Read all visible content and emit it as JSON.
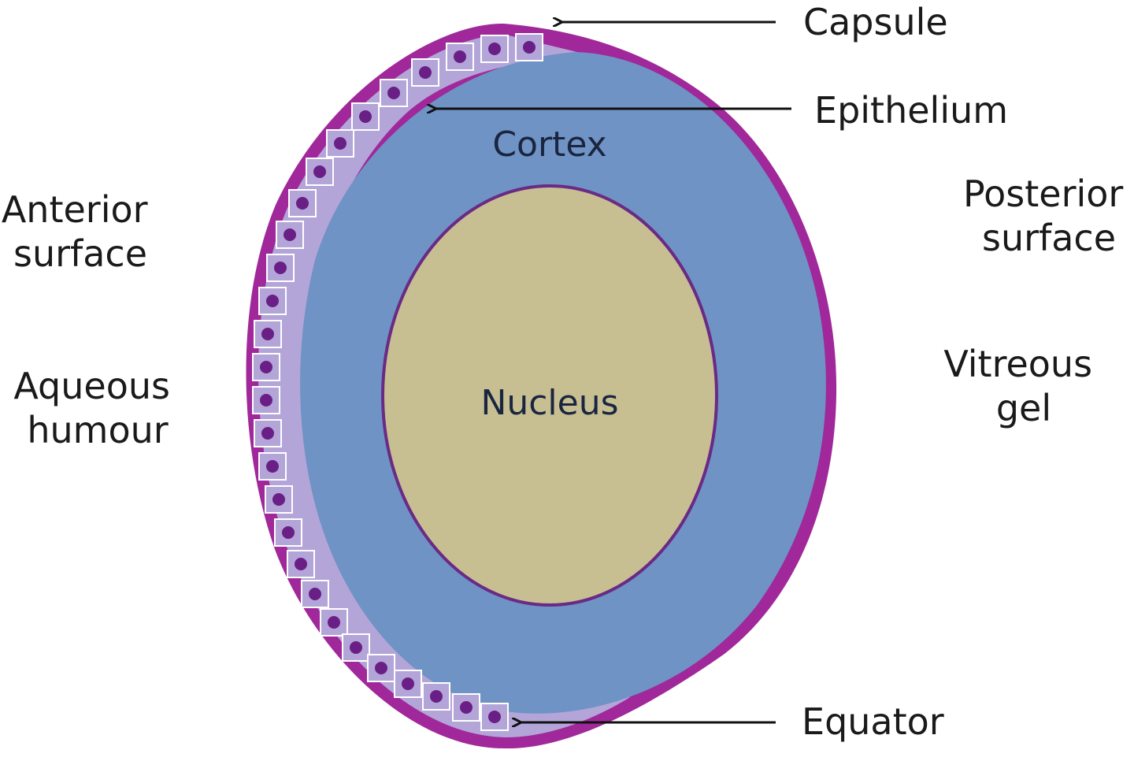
{
  "diagram": {
    "labels": {
      "capsule": "Capsule",
      "epithelium": "Epithelium",
      "cortex": "Cortex",
      "nucleus": "Nucleus",
      "equator": "Equator",
      "anterior_surface": [
        "Anterior",
        "surface"
      ],
      "aqueous_humour": [
        "Aqueous",
        "humour"
      ],
      "posterior_surface": [
        "Posterior",
        "surface"
      ],
      "vitreous_gel": [
        "Vitreous",
        "gel"
      ]
    },
    "colors": {
      "capsule": "#a0289a",
      "epithelium_cell": "#b3a5d8",
      "epithelium_nucleus": "#6a1f86",
      "cortex": "#6f93c4",
      "nucleus": "#c7bf92",
      "nucleus_outline": "#6a2a85",
      "arrow": "#111111",
      "text": "#1a1a1a"
    }
  }
}
